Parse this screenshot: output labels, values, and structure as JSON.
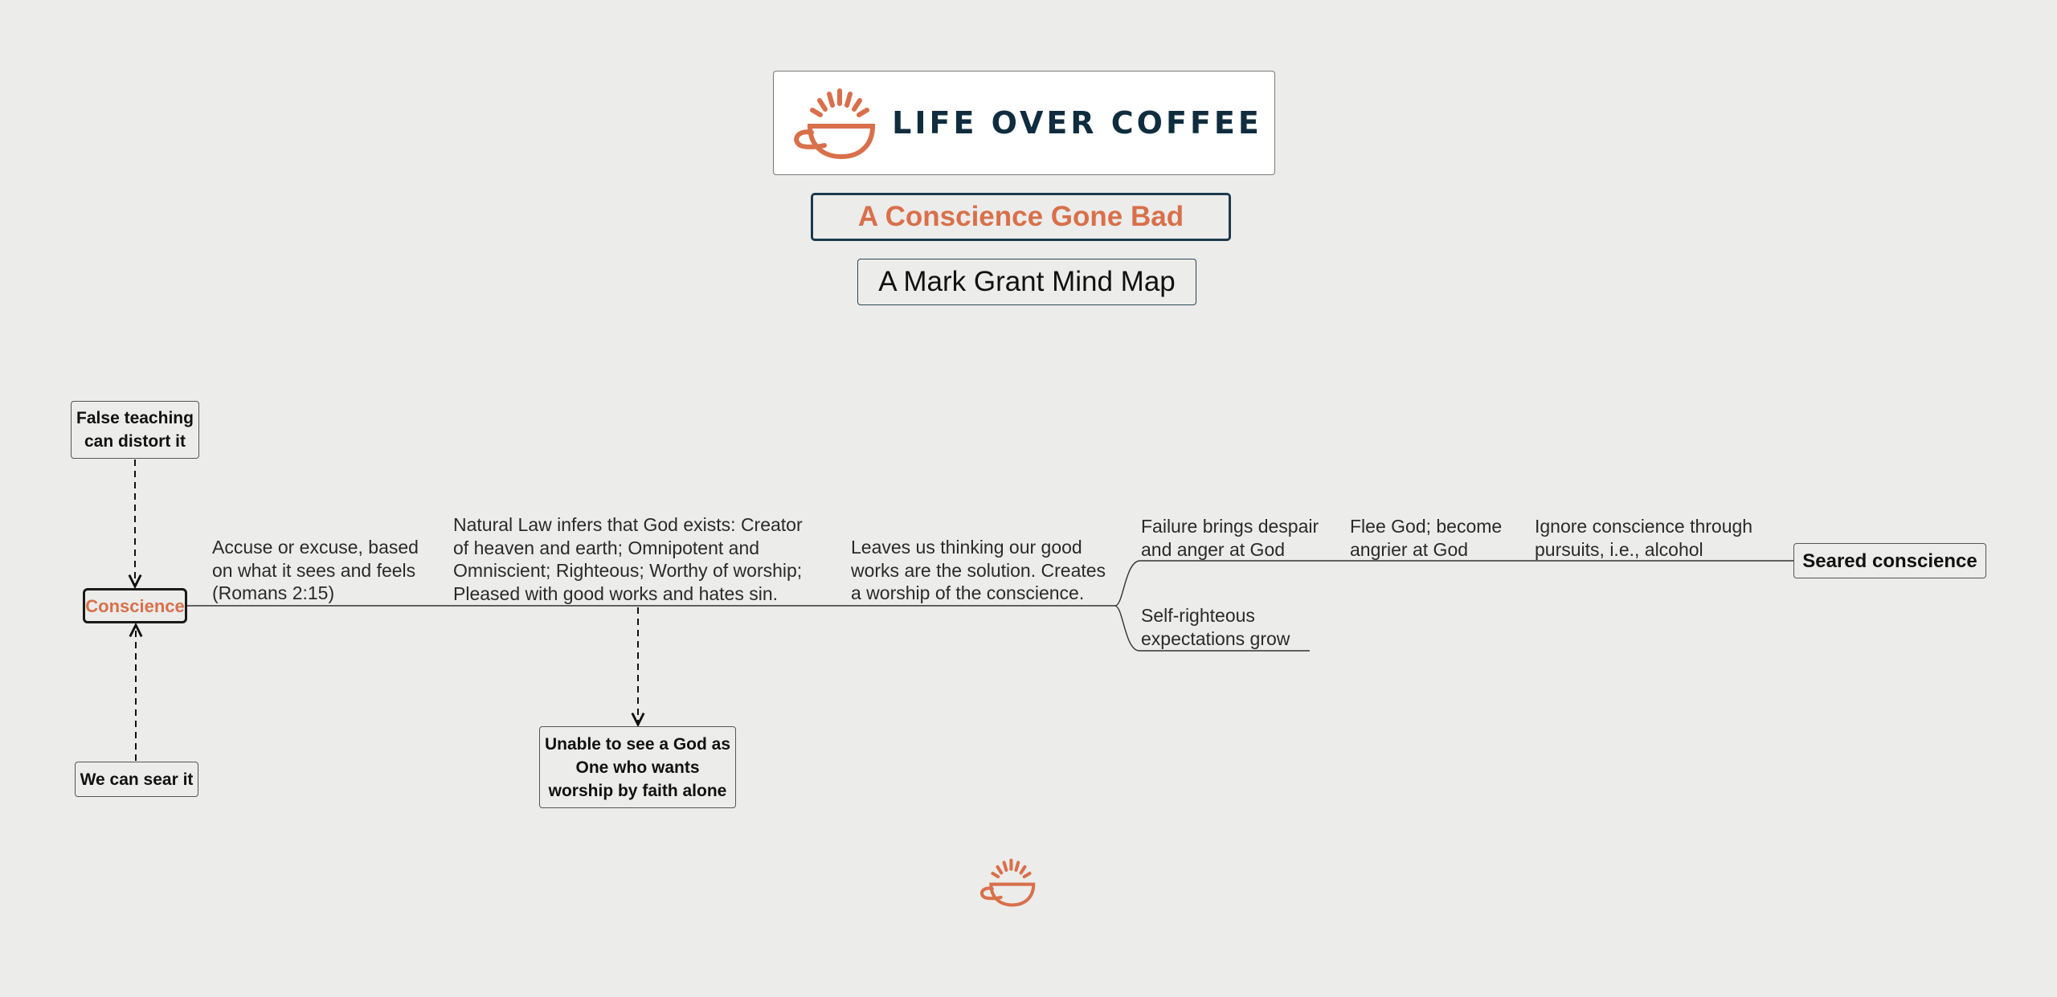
{
  "header": {
    "logo_text": "LIFE OVER COFFEE",
    "title": "A Conscience Gone Bad",
    "subtitle": "A Mark Grant Mind Map"
  },
  "colors": {
    "background": "#ececea",
    "accent": "#d8704b",
    "navy": "#0f2d3f"
  },
  "icons": {
    "logo": "coffee-cup-icon",
    "footer": "coffee-cup-icon"
  },
  "nodes": {
    "central": "Conscience",
    "false_teaching": "False teaching\ncan distort it",
    "we_can_sear": "We can sear it",
    "unable": "Unable to see a God as\nOne who wants\nworship by faith alone",
    "seared": "Seared conscience"
  },
  "branches": {
    "accuse": "Accuse or excuse, based\non what it sees and feels\n(Romans 2:15)",
    "natural_law": "Natural Law infers that God exists: Creator\nof heaven and earth; Omnipotent and\nOmniscient; Righteous; Worthy of worship;\nPleased with good works and hates sin.",
    "leaves_us": "Leaves us thinking our good\nworks are the solution. Creates\na worship of the conscience.",
    "failure": "Failure brings despair\nand anger at God",
    "flee": "Flee God; become\nangrier at God",
    "ignore": "Ignore conscience through\npursuits, i.e., alcohol",
    "self_righteous": "Self-righteous\nexpectations grow"
  }
}
